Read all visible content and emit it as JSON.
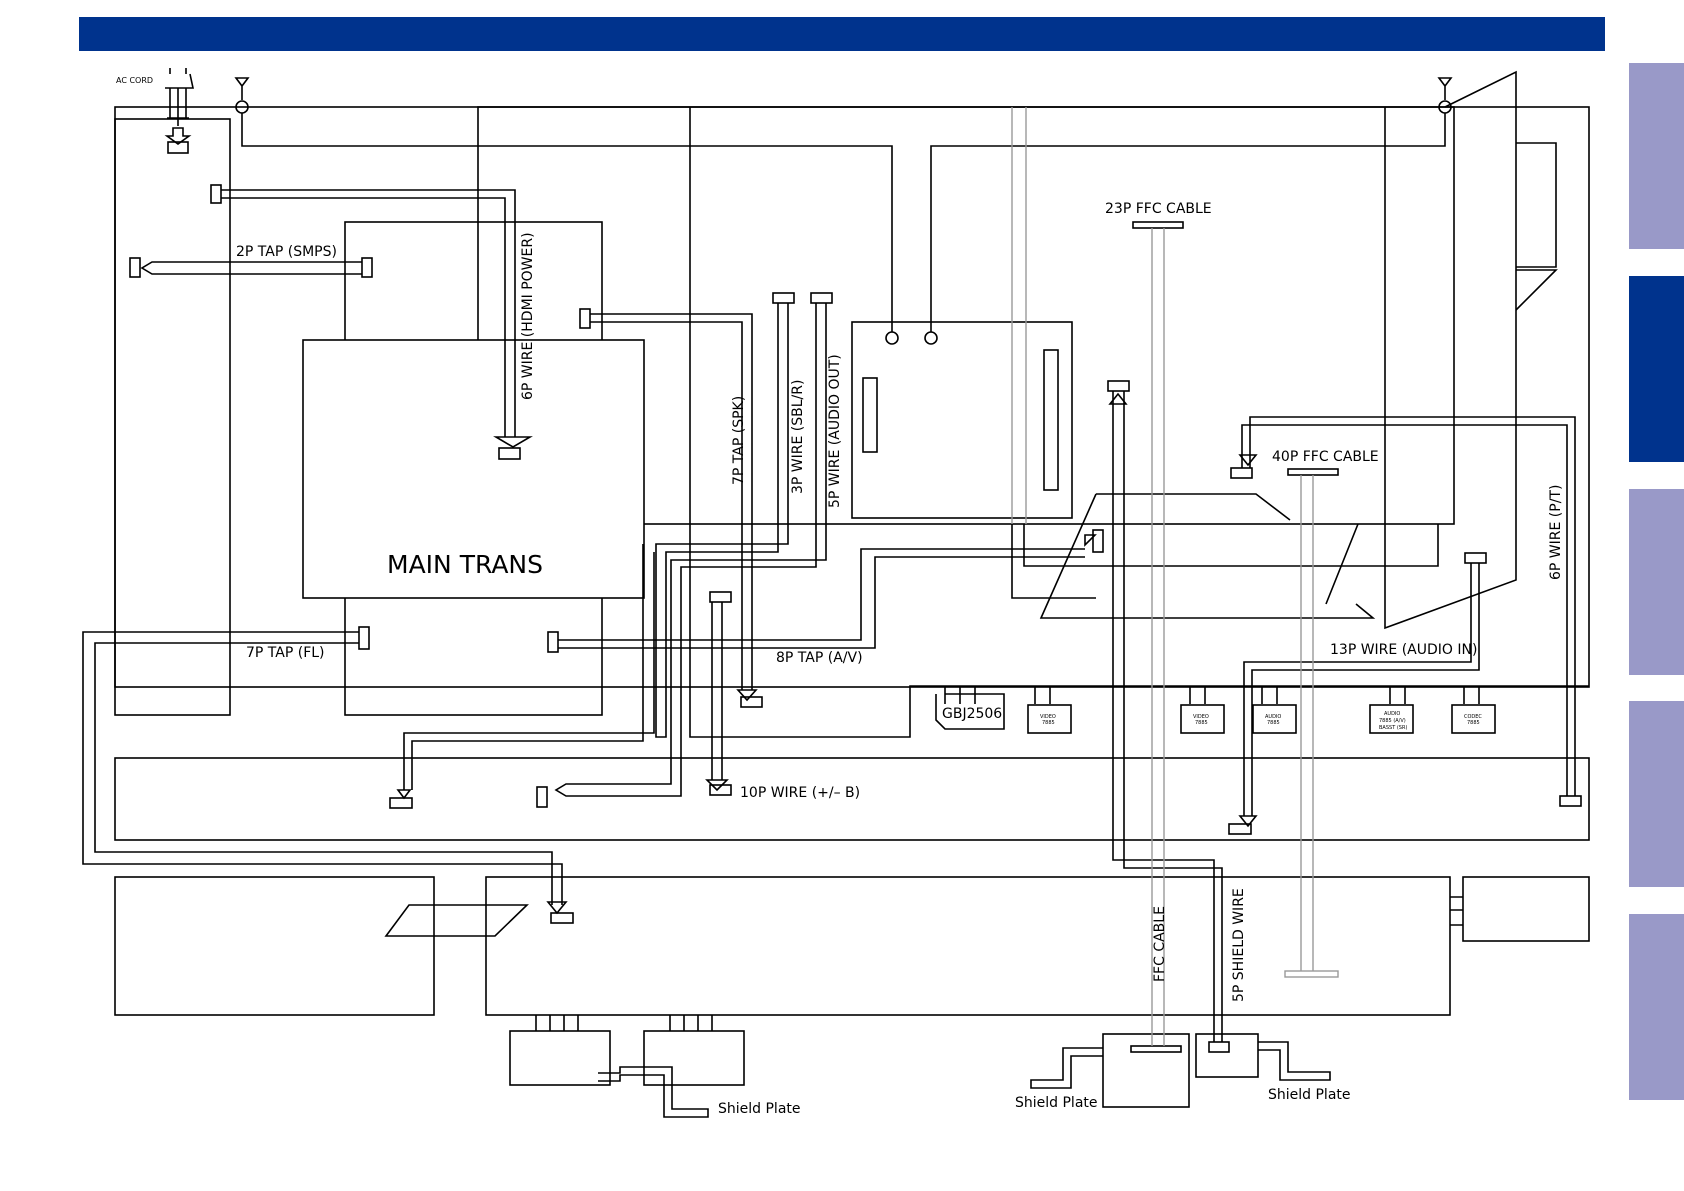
{
  "colors": {
    "header": "#00338d",
    "tab_light": "#9999c8",
    "tab_active": "#00338d",
    "line": "#000000",
    "cable_grey": "#999999"
  },
  "tabs": [
    {
      "state": "inactive"
    },
    {
      "state": "active"
    },
    {
      "state": "inactive"
    },
    {
      "state": "inactive"
    },
    {
      "state": "inactive"
    }
  ],
  "labels": {
    "ac_cord": "AC CORD",
    "tap_2p": "2P TAP (SMPS)",
    "wire_6p_hdmi": "6P WIRE (HDMI POWER)",
    "tap_7p_spk": "7P TAP (SPK)",
    "wire_3p": "3P WIRE (SBL/R)",
    "wire_5p_audio_out": "5P WIRE (AUDIO OUT)",
    "ffc_23p": "23P FFC CABLE",
    "ffc_40p": "40P FFC CABLE",
    "wire_6p_pt": "6P WIRE (P/T)",
    "main_trans": "MAIN TRANS",
    "tap_7p_fl": "7P TAP (FL)",
    "tap_8p": "8P TAP (A/V)",
    "wire_13p": "13P WIRE (AUDIO IN)",
    "wire_10p": "10P WIRE (+/– B)",
    "ffc_cable": "FFC CABLE",
    "shield_wire_5p": "5P SHIELD WIRE",
    "shield_plate_1": "Shield Plate",
    "shield_plate_2": "Shield Plate",
    "shield_plate_3": "Shield Plate"
  },
  "jacks": {
    "gbj": "GBJ2506",
    "video_1": "VIDEO",
    "video_1_sub": "7885",
    "video_2": "VIDEO",
    "video_2_sub": "7885",
    "audio_1": "AUDIO",
    "audio_1_sub": "7885",
    "audio_2": "AUDIO",
    "audio_2_sub": "7885 (A/V)",
    "audio_2_sub2": "BASST (SR)",
    "codec": "CODEC",
    "codec_sub": "7885"
  }
}
